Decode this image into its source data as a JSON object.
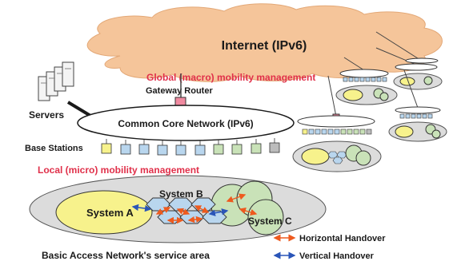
{
  "diagram": {
    "internet_label": "Internet (IPv6)",
    "global_mgmt_label": "Global (macro) mobility management",
    "gateway_router_label": "Gateway Router",
    "servers_label": "Servers",
    "core_network_label": "Common Core Network (IPv6)",
    "base_stations_label": "Base Stations",
    "local_mgmt_label": "Local (micro) mobility management",
    "system_a_label": "System A",
    "system_b_label": "System B",
    "system_c_label": "System C",
    "area_caption": "Basic Access Network's service area",
    "legend": {
      "horizontal": "Horizontal Handover",
      "vertical": "Vertical Handover"
    },
    "colors": {
      "cloud": "#f5c59a",
      "mgmt_text": "#e0304a",
      "router": "#f08aa0",
      "system_a": "#f7f28c",
      "system_b": "#b9d6ee",
      "system_c": "#c9e2b8",
      "horizontal_arrow": "#ee5a1e",
      "vertical_arrow": "#2a55b8"
    }
  }
}
